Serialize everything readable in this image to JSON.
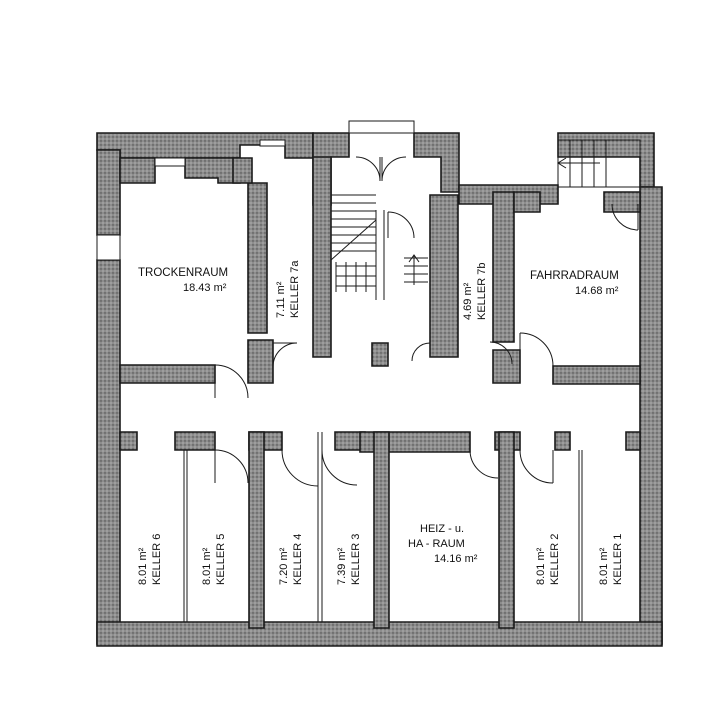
{
  "rooms": {
    "trockenraum": {
      "name": "TROCKENRAUM",
      "area": "18.43 m²"
    },
    "keller7a": {
      "name": "KELLER 7a",
      "area": "7.11 m²"
    },
    "keller7b": {
      "name": "KELLER 7b",
      "area": "4.69 m²"
    },
    "fahrradraum": {
      "name": "FAHRRADRAUM",
      "area": "14.68 m²"
    },
    "keller6": {
      "name": "KELLER 6",
      "area": "8.01 m²"
    },
    "keller5": {
      "name": "KELLER 5",
      "area": "8.01 m²"
    },
    "keller4": {
      "name": "KELLER 4",
      "area": "7.20 m²"
    },
    "keller3": {
      "name": "KELLER 3",
      "area": "7.39 m²"
    },
    "heizraum": {
      "line1": "HEIZ - u.",
      "line2": "HA - RAUM",
      "area": "14.16 m²"
    },
    "keller2": {
      "name": "KELLER 2",
      "area": "8.01 m²"
    },
    "keller1": {
      "name": "KELLER 1",
      "area": "8.01 m²"
    }
  }
}
